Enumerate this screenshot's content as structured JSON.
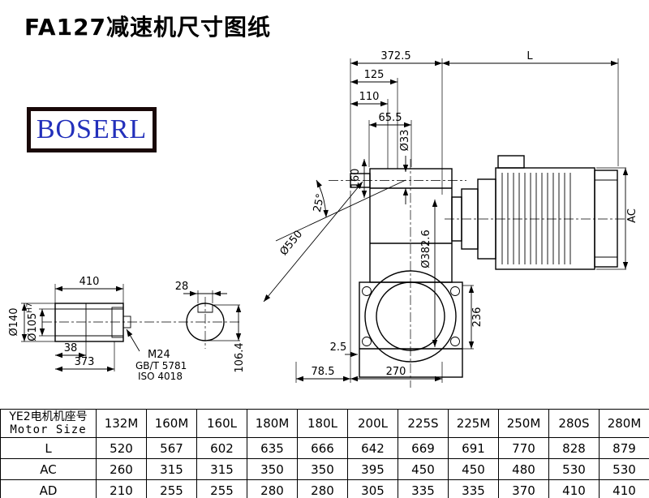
{
  "page": {
    "title": "FA127减速机尺寸图纸",
    "logo": "BOSERL"
  },
  "dims": {
    "top_width": "372.5",
    "motor_len": "L",
    "d125": "125",
    "d110": "110",
    "d65_5": "65.5",
    "shaft_dia": "Ø33",
    "d160": "160",
    "angle": "25°",
    "swing_dia": "Ø550",
    "flange_dia": "Ø382.6",
    "motor_height": "AC",
    "d236": "236",
    "d2_5": "2.5",
    "d78_5": "78.5",
    "d270": "270",
    "shaft_len": "410",
    "key_width": "28",
    "d38": "38",
    "d373": "373",
    "hub_od": "Ø140",
    "bore": "Ø105",
    "bore_tol": "H7",
    "d106_4": "106.4",
    "screw": "M24",
    "screw_std1": "GB/T 5781",
    "screw_std2": "ISO 4018"
  },
  "table": {
    "header_line1": "YE2电机机座号",
    "header_line2": "Motor Size",
    "columns": [
      "132M",
      "160M",
      "160L",
      "180M",
      "180L",
      "200L",
      "225S",
      "225M",
      "250M",
      "280S",
      "280M"
    ],
    "rows": [
      {
        "label": "L",
        "values": [
          520,
          567,
          602,
          635,
          666,
          642,
          669,
          691,
          770,
          828,
          879
        ]
      },
      {
        "label": "AC",
        "values": [
          260,
          315,
          315,
          350,
          350,
          395,
          450,
          450,
          480,
          530,
          530
        ]
      },
      {
        "label": "AD",
        "values": [
          210,
          255,
          255,
          280,
          280,
          305,
          335,
          335,
          370,
          410,
          410
        ]
      }
    ]
  }
}
